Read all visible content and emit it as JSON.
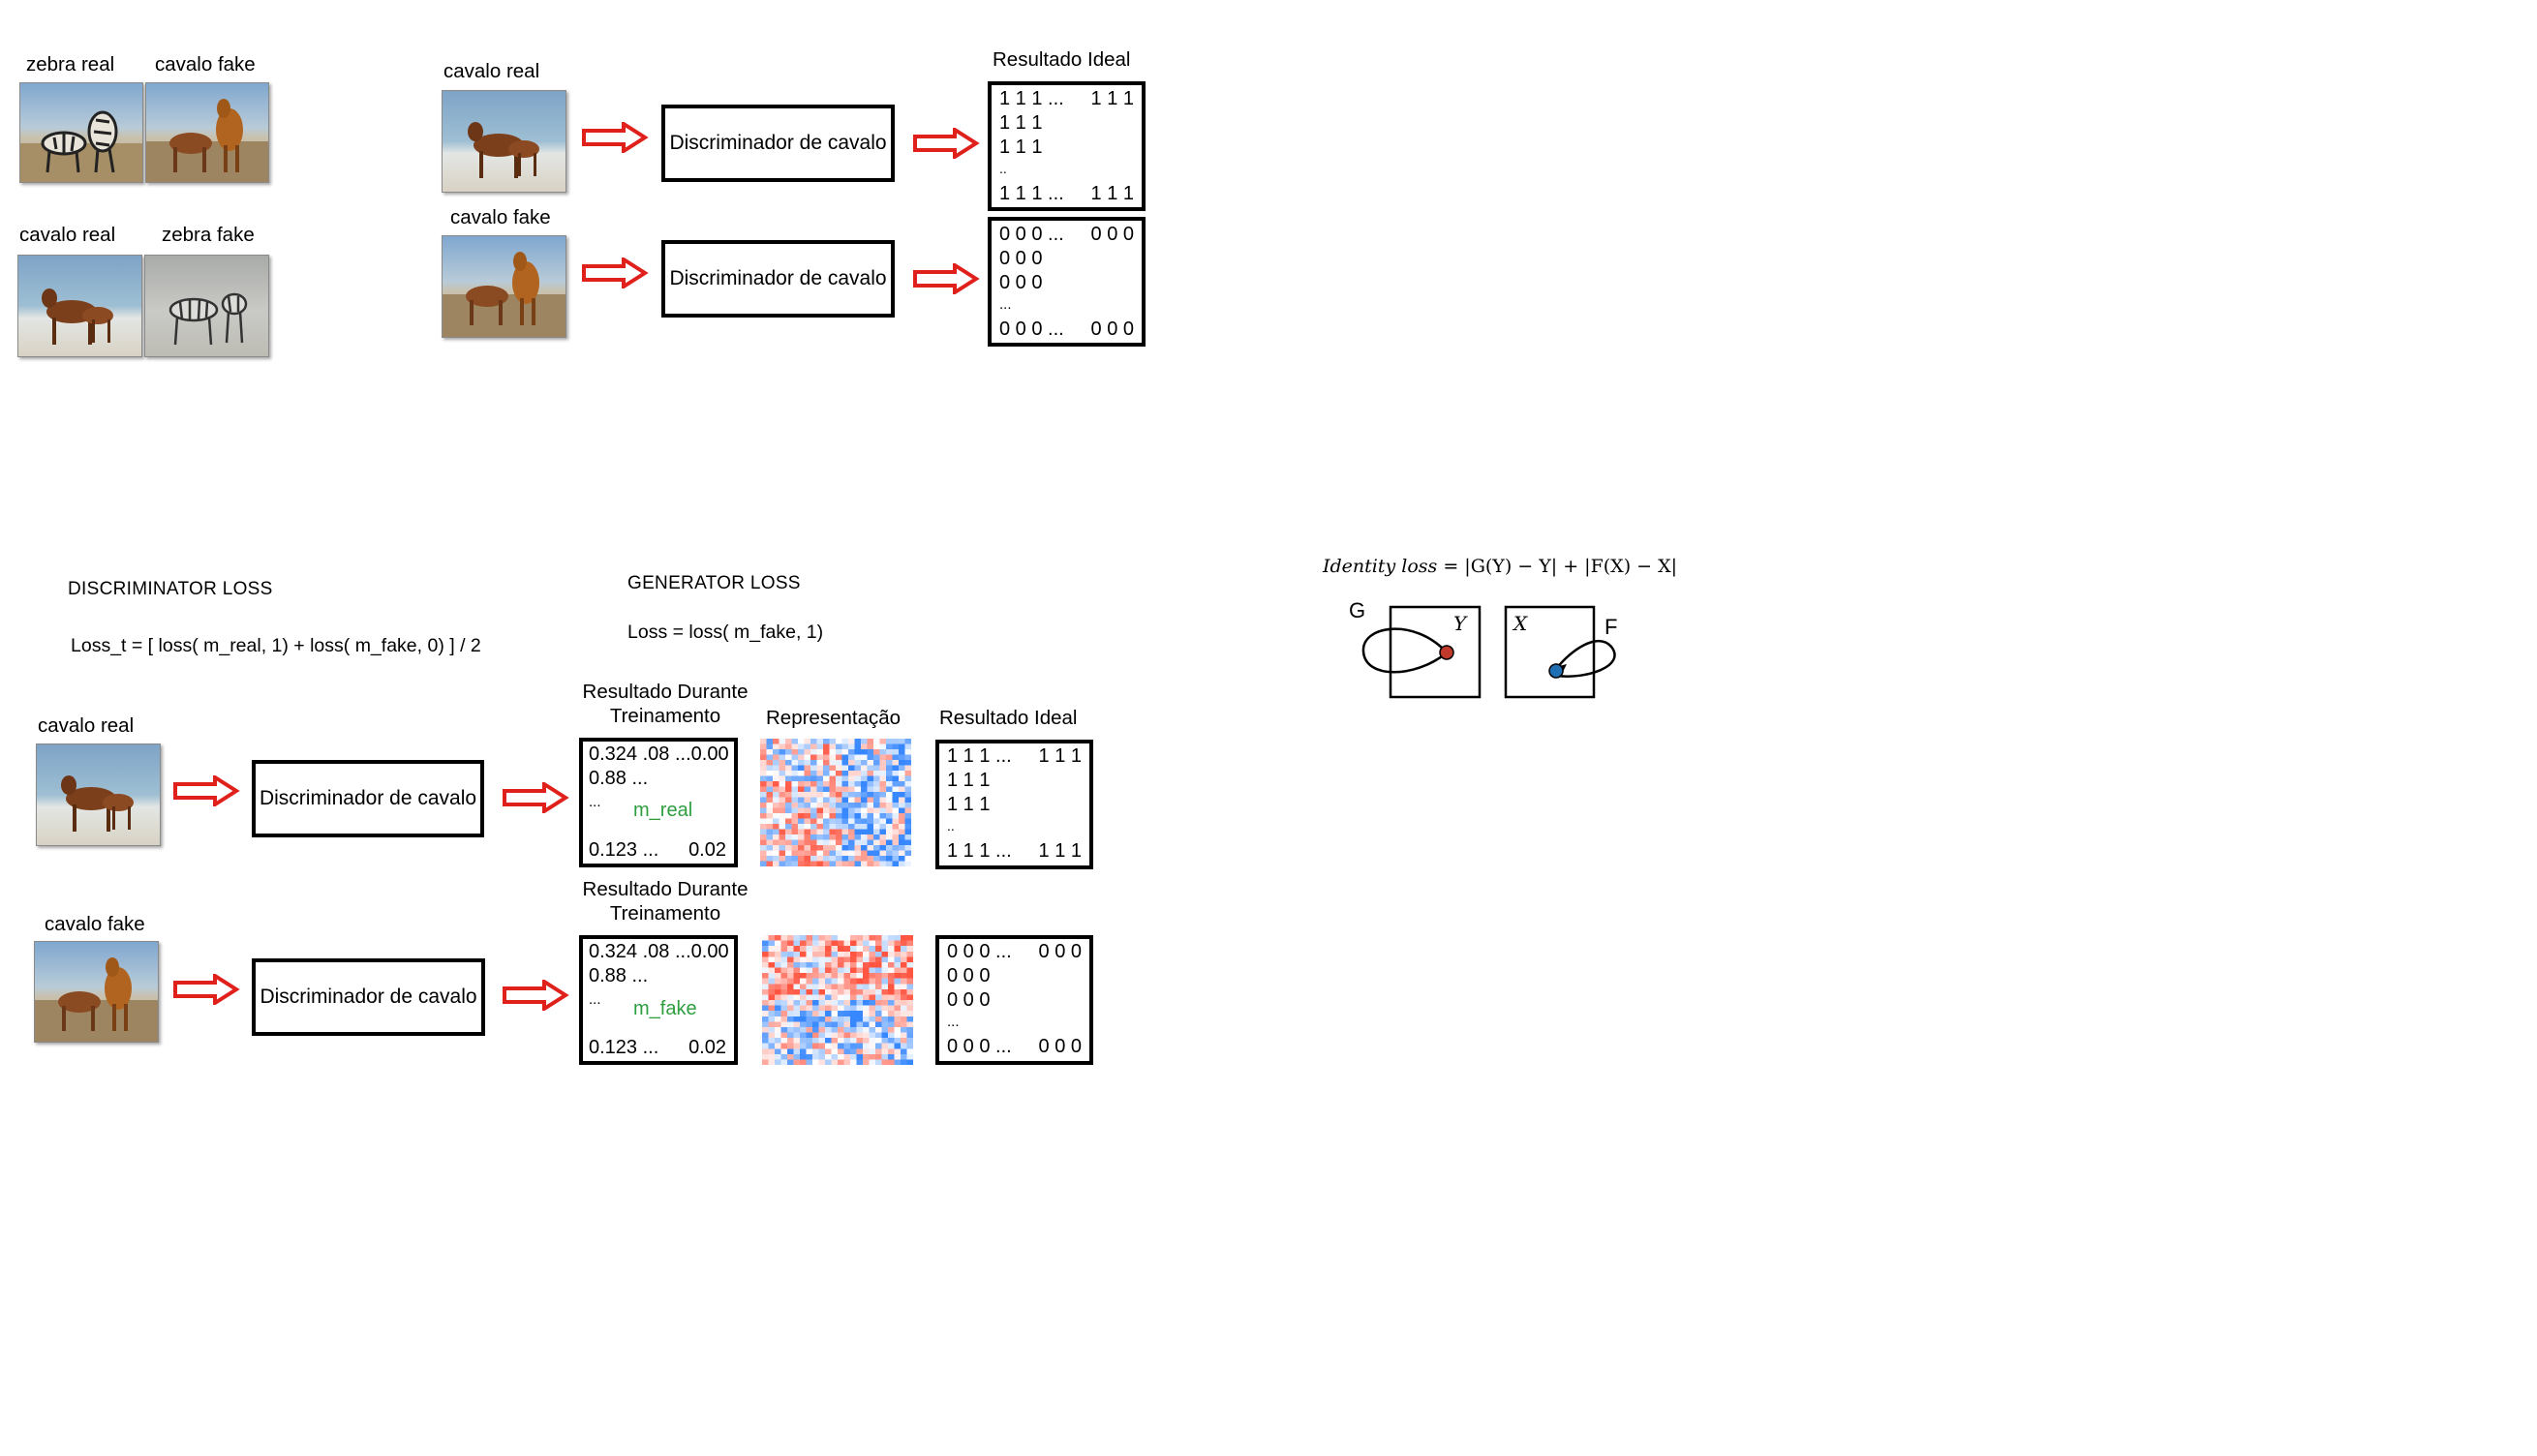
{
  "examples": {
    "zebra_real": "zebra real",
    "horse_fake_top": "cavalo fake",
    "horse_real": "cavalo real",
    "zebra_fake": "zebra fake"
  },
  "top_flow": {
    "row1_input": "cavalo real",
    "row2_input": "cavalo fake",
    "discriminator": "Discriminador de cavalo",
    "ideal_title": "Resultado Ideal",
    "ideal_ones": [
      "1 1 1 ...",
      "1 1 1",
      "1 1 1",
      "1 1 1",
      "..",
      "1 1 1 ...",
      "1 1 1"
    ],
    "ideal_zeros": [
      "0 0 0 ...",
      "0 0 0",
      "0 0 0",
      "0 0 0",
      "...",
      "0 0 0 ...",
      "0 0 0"
    ]
  },
  "discriminator_loss": {
    "heading": "DISCRIMINATOR LOSS",
    "formula": "Loss_t = [ loss( m_real, 1) + loss( m_fake, 0) ] / 2"
  },
  "generator_loss": {
    "heading": "GENERATOR LOSS",
    "formula": "Loss = loss( m_fake, 1)"
  },
  "bottom_flow": {
    "row1_input": "cavalo real",
    "row2_input": "cavalo fake",
    "discriminator": "Discriminador de cavalo",
    "training_title": "Resultado Durante Treinamento",
    "representation_title": "Representação",
    "ideal_title": "Resultado Ideal",
    "train_row1": [
      "0.324 .08 ...",
      "0.00"
    ],
    "train_row2": "0.88 ...",
    "train_row3": "...",
    "train_row4": [
      "0.123 ...",
      "0.02"
    ],
    "m_real": "m_real",
    "m_fake": "m_fake"
  },
  "identity": {
    "formula_label": "Identity loss",
    "formula_rhs": " = |G(Y) − Y| + |F(X) − X|",
    "g_label": "G",
    "y_label": "Y",
    "x_label": "X",
    "f_label": "F",
    "colors": {
      "red_dot": "#c0392b",
      "blue_dot": "#1f6fb4"
    }
  },
  "colors": {
    "arrow": "#e0201b",
    "matrix_label": "#2e9e3f"
  }
}
